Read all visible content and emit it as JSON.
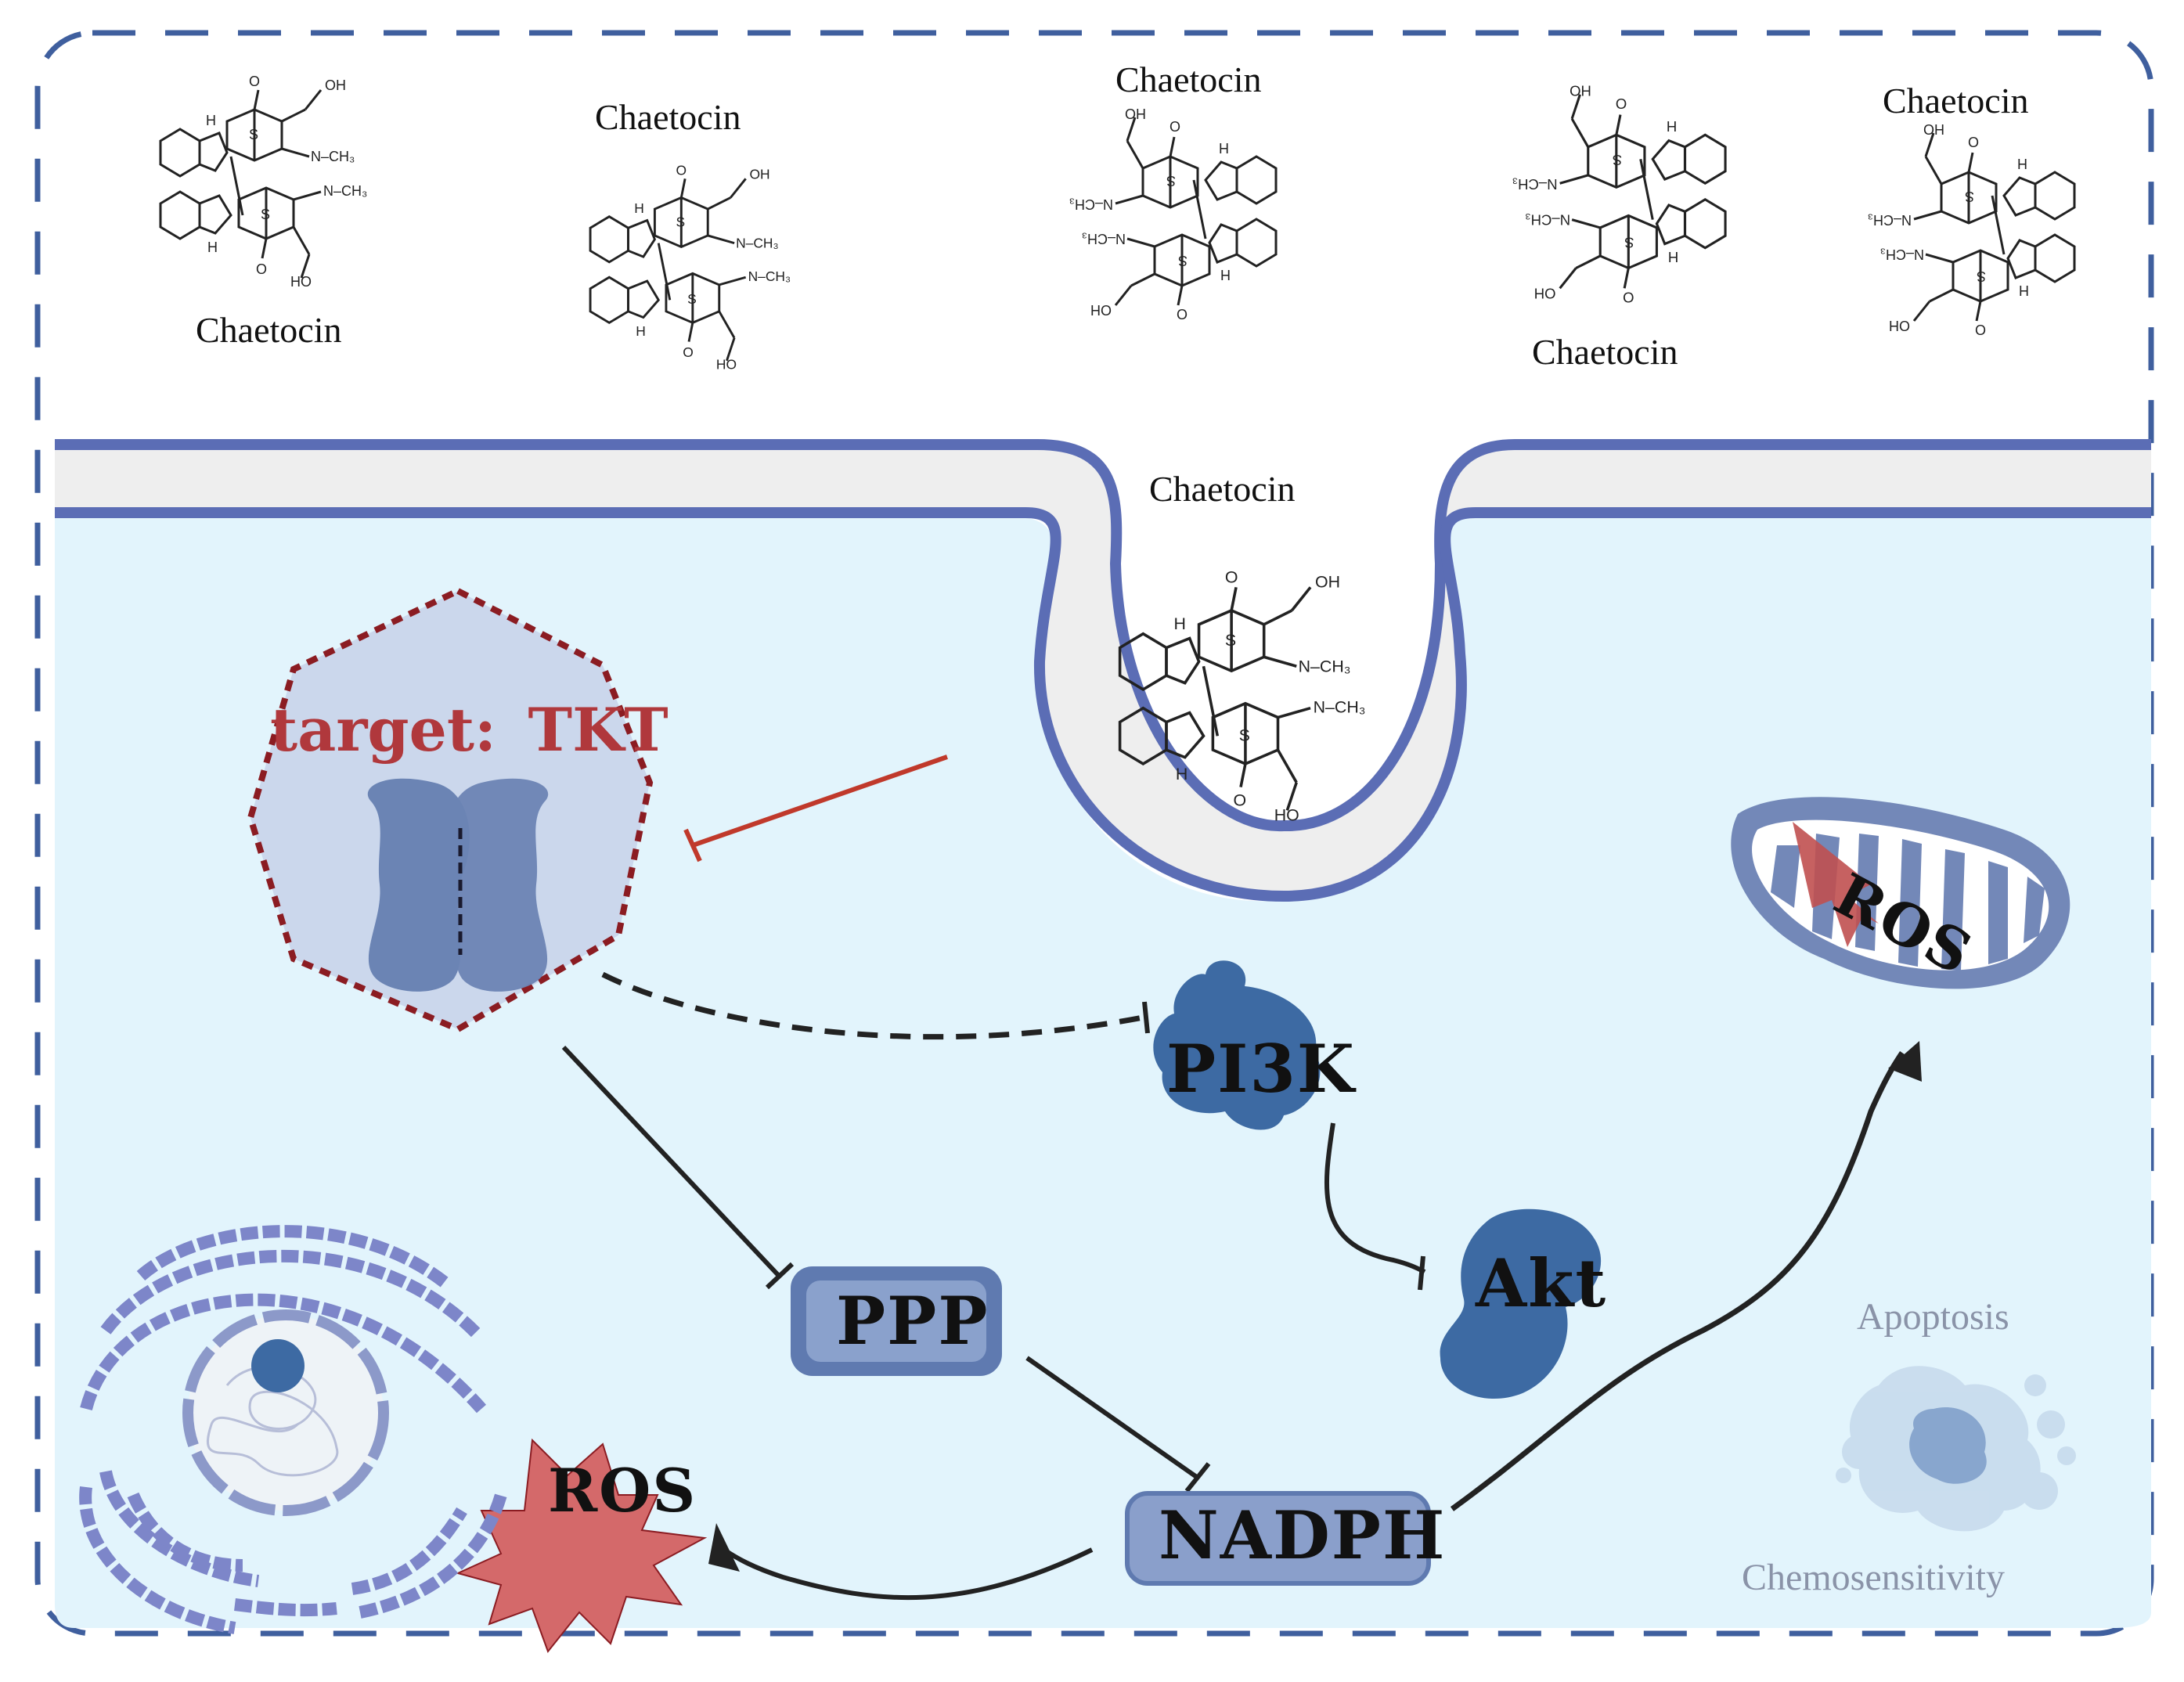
{
  "drug": {
    "name_labels": [
      "Chaetocin",
      "Chaetocin",
      "Chaetocin",
      "Chaetocin",
      "Chaetocin",
      "Chaetocin"
    ]
  },
  "target": {
    "prefix": "target:",
    "name": "TKT"
  },
  "nodes": {
    "pi3k": "PI3K",
    "akt": "Akt",
    "ppp": "PPP",
    "nadph": "NADPH",
    "ros_nucleus": "ROS",
    "ros_mito": "ROS"
  },
  "outcomes": {
    "apoptosis": "Apoptosis",
    "chemosensitivity": "Chemosensitivity"
  },
  "colors": {
    "frame": "#3f5f9e",
    "membrane": "#5b6db5",
    "cytoplasm": "#e2f4fc",
    "protein": "#3d6aa3",
    "inhibit_red": "#c0392b",
    "ros_burst": "#d4696a",
    "arrow": "#222222"
  },
  "icons": {
    "molecule": "chaetocin-structure-icon",
    "tkt": "tkt-dimer-icon",
    "mitochondrion": "mitochondrion-icon",
    "nucleus": "nucleus-icon",
    "apoptotic_cell": "apoptotic-cell-icon"
  }
}
